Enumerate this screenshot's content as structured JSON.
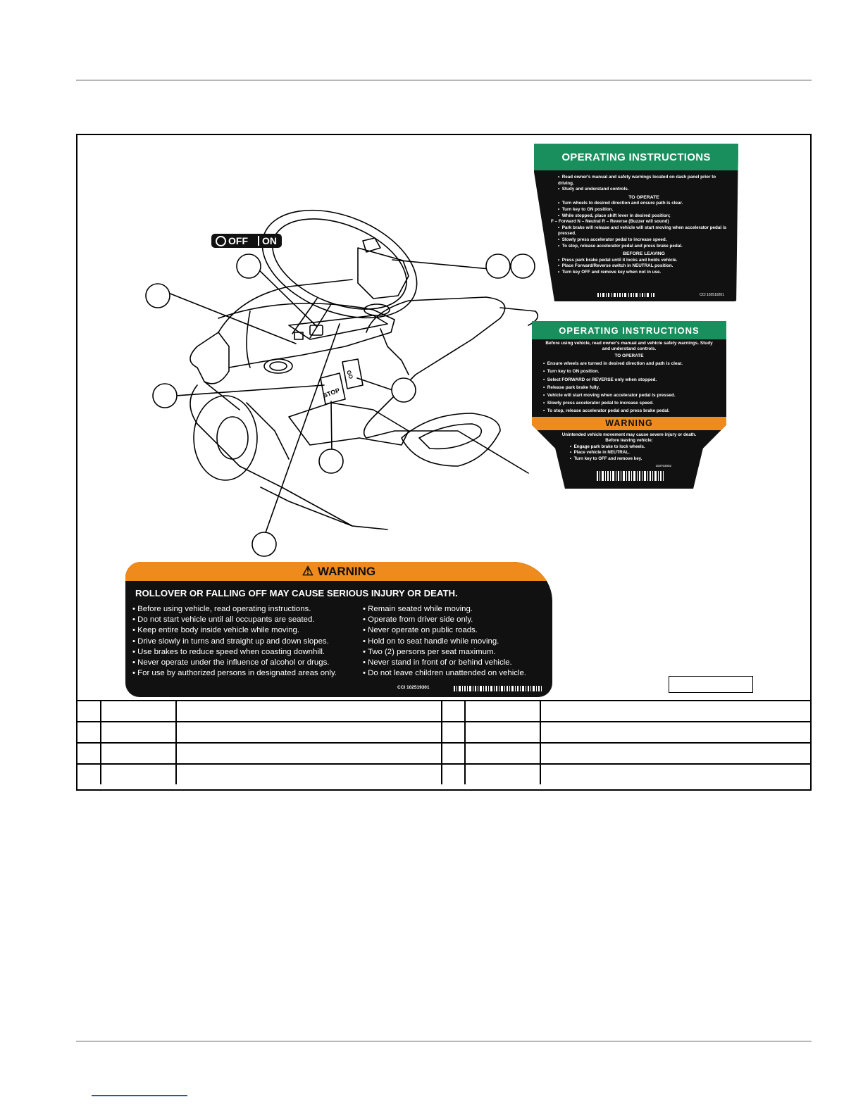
{
  "key_switch": {
    "off": "OFF",
    "on": "ON"
  },
  "decal_operating_1": {
    "title": "OPERATING INSTRUCTIONS",
    "intro": [
      "Read owner's manual and safety warnings located on dash panel prior to driving.",
      "Study and understand controls."
    ],
    "to_operate_heading": "TO OPERATE",
    "to_operate": [
      "Turn wheels to desired direction and ensure path is clear.",
      "Turn key to ON position.",
      "While stopped, place shift lever in desired position;",
      "Park brake will release and vehicle will start moving when accelerator pedal is pressed.",
      "Slowly press accelerator pedal to increase speed.",
      "To stop, release accelerator pedal and press brake pedal."
    ],
    "shift_positions": "F – Forward    N – Neutral    R – Reverse (Buzzer will sound)",
    "before_leaving_heading": "BEFORE LEAVING",
    "before_leaving": [
      "Press park brake pedal until it locks and holds vehicle.",
      "Place Forward/Reverse switch in NEUTRAL position.",
      "Turn key OFF and remove key when not in use."
    ],
    "part_code": "CCI 102519201"
  },
  "decal_operating_2": {
    "title": "OPERATING INSTRUCTIONS",
    "intro": "Before using vehicle, read owner's manual and vehicle safety warnings. Study and understand controls.",
    "to_operate_heading": "TO OPERATE",
    "to_operate": [
      "Ensure wheels are turned in desired direction and path is clear.",
      "Turn key to ON position.",
      "Select FORWARD or REVERSE only when stopped.",
      "Release park brake fully.",
      "Vehicle will start moving when accelerator pedal is pressed.",
      "Slowly press accelerator pedal to increase speed.",
      "To stop, release accelerator pedal and press brake pedal."
    ],
    "warning_title": "WARNING",
    "warning_intro": "Unintended vehicle movement may cause severe injury or death.  Before leaving vehicle:",
    "warning_items": [
      "Engage park brake to lock wheels.",
      "Place vehicle in NEUTRAL.",
      "Turn key to OFF and remove key."
    ],
    "part_code": "103703002"
  },
  "decal_warning": {
    "title": "WARNING",
    "headline": "ROLLOVER OR FALLING OFF MAY CAUSE SERIOUS INJURY OR DEATH.",
    "left_items": [
      "• Before using vehicle, read operating instructions.",
      "• Do not start vehicle until all occupants are seated.",
      "• Keep entire body inside vehicle while moving.",
      "• Drive slowly in turns and straight up and down slopes.",
      "• Use brakes to reduce speed when coasting downhill.",
      "• Never operate under the influence of alcohol or drugs.",
      "• For use by authorized persons in designated areas only."
    ],
    "right_items": [
      "• Remain seated while moving.",
      "• Operate from driver side only.",
      "• Never operate on public roads.",
      "• Hold on to seat handle while moving.",
      "• Two (2) persons per seat maximum.",
      "• Never stand in front of or behind vehicle.",
      "• Do not leave children unattended on vehicle."
    ],
    "part_code": "CCI 102519301"
  },
  "pedals": {
    "stop": "STOP",
    "go": "GO"
  },
  "colors": {
    "green": "#1a8f5e",
    "orange": "#ef8a1d",
    "black": "#111111"
  }
}
